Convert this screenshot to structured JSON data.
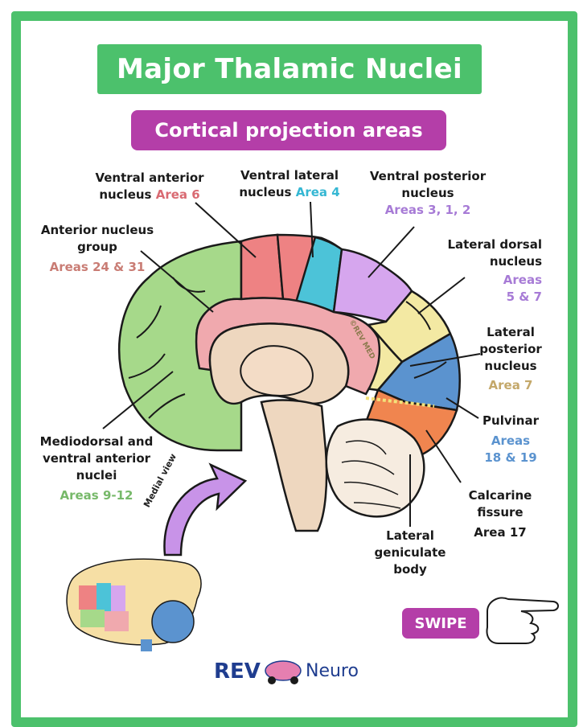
{
  "title": "Major Thalamic Nuclei",
  "subtitle": "Cortical projection areas",
  "labels": {
    "va_line1": "Ventral anterior",
    "va_line2a": "nucleus",
    "va_area": "Area 6",
    "vl_line1": "Ventral lateral",
    "vl_line2a": "nucleus",
    "vl_area": "Area 4",
    "vp_line1": "Ventral posterior",
    "vp_line2": "nucleus",
    "vp_area": "Areas 3, 1, 2",
    "ant_line1": "Anterior nucleus",
    "ant_line2": "group",
    "ant_area": "Areas 24 & 31",
    "ld_line1": "Lateral dorsal",
    "ld_line2": "nucleus",
    "ld_area1": "Areas",
    "ld_area2": "5 & 7",
    "lp_line1": "Lateral",
    "lp_line2": "posterior",
    "lp_line3": "nucleus",
    "lp_area": "Area 7",
    "pul_line1": "Pulvinar",
    "pul_area1": "Areas",
    "pul_area2": "18 & 19",
    "md_line1": "Mediodorsal and",
    "md_line2": "ventral anterior",
    "md_line3": "nuclei",
    "md_area": "Areas 9-12",
    "calc_line1": "Calcarine",
    "calc_line2": "fissure",
    "calc_area": "Area 17",
    "lgb_line1": "Lateral",
    "lgb_line2": "geniculate",
    "lgb_line3": "body",
    "medial_view": "Medial view"
  },
  "watermark": "©REV MED",
  "swipe_label": "SWIPE",
  "brand": {
    "rev": "REV",
    "neuro": "Neuro"
  },
  "colors": {
    "frame_green": "#4cc16c",
    "purple": "#b43ea8",
    "area_green": "#a6d98a",
    "area_pink": "#f0a9ae",
    "area_salmon": "#ee8283",
    "area_cyan": "#4cc3d8",
    "area_violet": "#d6a6ee",
    "area_yellow": "#f3e9a3",
    "area_blue": "#5b93cf",
    "area_orange": "#f0854f",
    "brainstem": "#eed7bf"
  },
  "icons": [
    "hand-pointing-icon",
    "brain-car-logo-icon",
    "curved-arrow-icon",
    "mini-brain-icon"
  ]
}
